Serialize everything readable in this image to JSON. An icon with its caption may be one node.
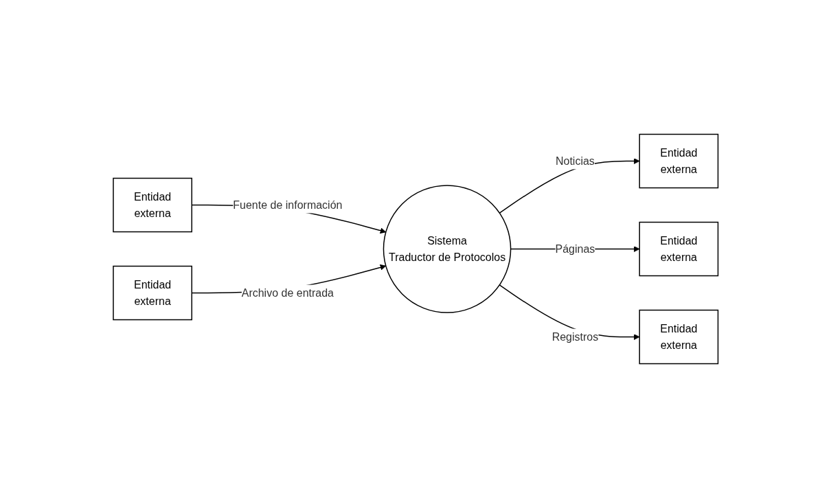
{
  "diagram": {
    "nodes": [
      {
        "text": [
          "Entidad",
          "externa"
        ]
      },
      {
        "text": [
          "Entidad",
          "externa"
        ]
      },
      {
        "text": [
          "Sistema",
          "Traductor de Protocolos"
        ]
      },
      {
        "text": [
          "Entidad",
          "externa"
        ]
      },
      {
        "text": [
          "Entidad",
          "externa"
        ]
      },
      {
        "text": [
          "Entidad",
          "externa"
        ]
      }
    ],
    "edges": [
      {
        "from": 0,
        "to": 2,
        "arrow": "to",
        "label": "Fuente de información"
      },
      {
        "from": 1,
        "to": 2,
        "arrow": "to",
        "label": "Archivo de entrada"
      },
      {
        "from": 2,
        "to": 3,
        "arrow": "to",
        "label": "Noticias"
      },
      {
        "from": 2,
        "to": 4,
        "arrow": "to",
        "label": "Páginas"
      },
      {
        "from": 2,
        "to": 5,
        "arrow": "to",
        "label": "Registros"
      }
    ]
  }
}
